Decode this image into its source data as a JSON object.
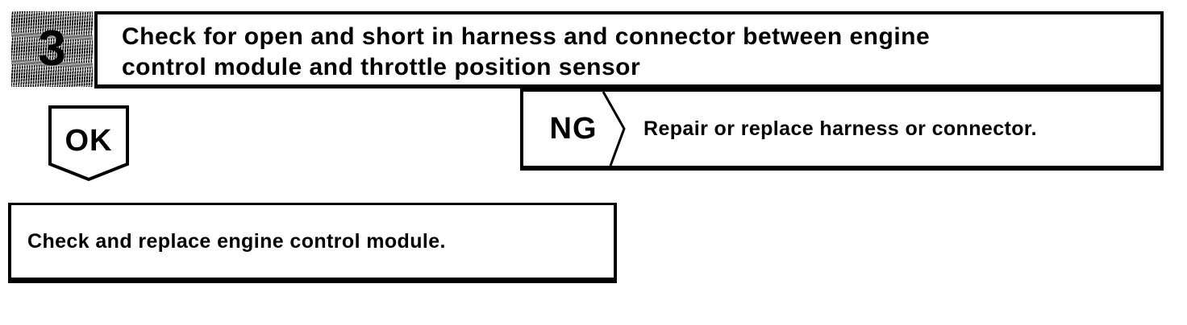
{
  "colors": {
    "ink": "#000000",
    "paper": "#ffffff"
  },
  "step": {
    "number": "3",
    "instruction_lines": [
      "Check for open and short in harness and connector between engine",
      "control module and throttle position sensor"
    ]
  },
  "ok_branch": {
    "label": "OK"
  },
  "ng_branch": {
    "label": "NG",
    "action": "Repair or replace harness or connector."
  },
  "result_box": {
    "text": "Check and replace engine control module."
  }
}
